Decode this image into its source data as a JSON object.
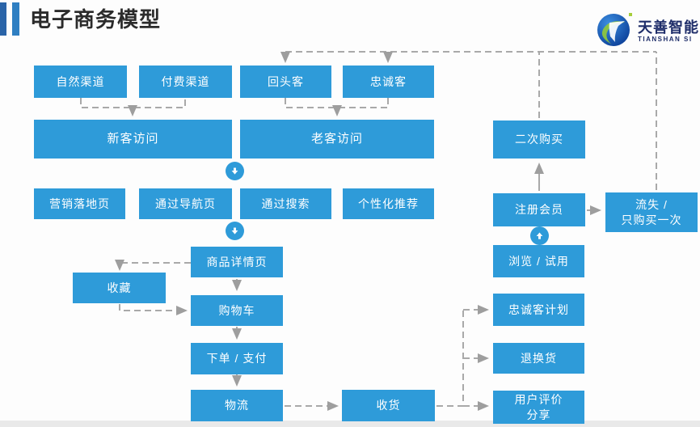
{
  "header": {
    "title": "电子商务模型",
    "logo_name": "天善智能",
    "logo_subtitle": "TIANSHAN SI"
  },
  "colors": {
    "node_blue": "#2e9bd9",
    "connector_gray": "#a9a9a9",
    "title_text": "#2b2b2b",
    "logo_navy": "#1e2d69",
    "accent_bar_dark": "#2a64a8",
    "accent_bar_light": "#2f7fc2"
  },
  "diagram": {
    "nodes": [
      {
        "id": "natural",
        "label": "自然渠道"
      },
      {
        "id": "paid",
        "label": "付费渠道"
      },
      {
        "id": "returning",
        "label": "回头客"
      },
      {
        "id": "loyal",
        "label": "忠诚客"
      },
      {
        "id": "newVisit",
        "label": "新客访问"
      },
      {
        "id": "oldVisit",
        "label": "老客访问"
      },
      {
        "id": "secondPurchase",
        "label": "二次购买"
      },
      {
        "id": "landing",
        "label": "营销落地页"
      },
      {
        "id": "nav",
        "label": "通过导航页"
      },
      {
        "id": "search",
        "label": "通过搜索"
      },
      {
        "id": "reco",
        "label": "个性化推荐"
      },
      {
        "id": "register",
        "label": "注册会员"
      },
      {
        "id": "churn",
        "label": "流失 /",
        "label2": "只购买一次"
      },
      {
        "id": "detail",
        "label": "商品详情页"
      },
      {
        "id": "browse",
        "label": "浏览 / 试用"
      },
      {
        "id": "favorite",
        "label": "收藏"
      },
      {
        "id": "cart",
        "label": "购物车"
      },
      {
        "id": "loyaltyPlan",
        "label": "忠诚客计划"
      },
      {
        "id": "orderPay",
        "label": "下单 / 支付"
      },
      {
        "id": "returns",
        "label": "退换货"
      },
      {
        "id": "logistics",
        "label": "物流"
      },
      {
        "id": "receive",
        "label": "收货"
      },
      {
        "id": "review",
        "label": "用户评价",
        "label2": "分享"
      }
    ],
    "flow_icons": [
      {
        "id": "flow1",
        "icon": "arrow-down-circle"
      },
      {
        "id": "flow2",
        "icon": "arrow-down-circle"
      },
      {
        "id": "flow3",
        "icon": "arrow-up-circle"
      }
    ],
    "edges": [
      {
        "from": "natural",
        "to": "newVisit",
        "style": "dashed"
      },
      {
        "from": "paid",
        "to": "newVisit",
        "style": "dashed"
      },
      {
        "from": "returning",
        "to": "oldVisit",
        "style": "dashed"
      },
      {
        "from": "loyal",
        "to": "oldVisit",
        "style": "dashed"
      },
      {
        "from": "secondPurchase",
        "to": "returning",
        "style": "dashed"
      },
      {
        "from": "secondPurchase",
        "to": "loyal",
        "style": "dashed"
      },
      {
        "from": "churn",
        "to": "returning",
        "style": "dashed"
      },
      {
        "from": "detail",
        "to": "favorite",
        "style": "dashed"
      },
      {
        "from": "favorite",
        "to": "cart",
        "style": "dashed"
      },
      {
        "from": "detail",
        "to": "cart",
        "style": "solid"
      },
      {
        "from": "cart",
        "to": "orderPay",
        "style": "solid"
      },
      {
        "from": "orderPay",
        "to": "logistics",
        "style": "solid"
      },
      {
        "from": "logistics",
        "to": "receive",
        "style": "dashed"
      },
      {
        "from": "receive",
        "to": "loyaltyPlan",
        "style": "dashed"
      },
      {
        "from": "receive",
        "to": "returns",
        "style": "dashed"
      },
      {
        "from": "receive",
        "to": "review",
        "style": "dashed"
      },
      {
        "from": "browse",
        "to": "register",
        "style": "flow-icon"
      },
      {
        "from": "register",
        "to": "secondPurchase",
        "style": "solid"
      },
      {
        "from": "register",
        "to": "churn",
        "style": "solid"
      }
    ]
  }
}
